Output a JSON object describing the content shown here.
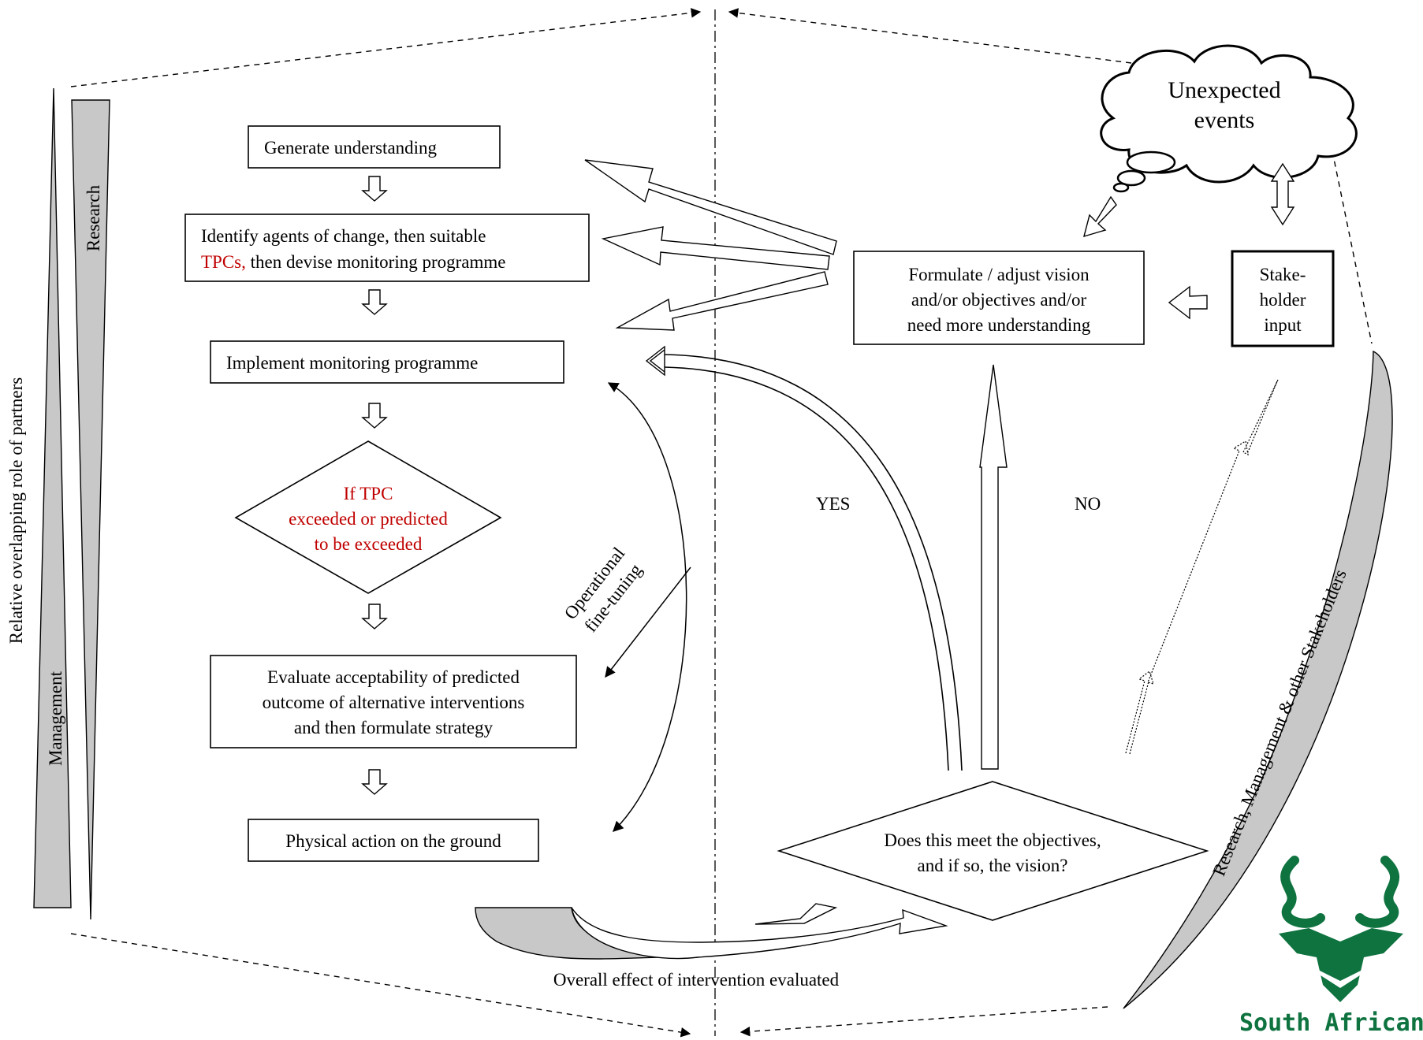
{
  "side_labels": {
    "y_axis": "Relative overlapping role of partners",
    "research": "Research",
    "management": "Management",
    "curve": "Research, Management & other Stakeholders"
  },
  "steps": {
    "generate": "Generate understanding",
    "identify": {
      "line1": "Identify agents of change, then suitable",
      "line2_red": "TPCs,",
      "line2_rest": " then devise monitoring programme"
    },
    "implement": "Implement monitoring programme",
    "tpc": [
      "If TPC",
      "exceeded or predicted",
      "to be exceeded"
    ],
    "evaluate": [
      "Evaluate acceptability of predicted",
      "outcome of alternative interventions",
      "and then formulate strategy"
    ],
    "physical": "Physical action on the ground"
  },
  "right_side": {
    "formulate": [
      "Formulate / adjust  vision",
      "and/or objectives and/or",
      "need more understanding"
    ],
    "stakeholder": [
      "Stake-",
      "holder",
      "input"
    ],
    "unexpected": [
      "Unexpected",
      "events"
    ],
    "decision": [
      "Does this meet the objectives,",
      "and if so, the vision?"
    ],
    "yes": "YES",
    "no": "NO"
  },
  "annotations": {
    "operational": [
      "Operational",
      "fine-tuning"
    ],
    "overall": "Overall effect of intervention evaluated"
  },
  "logo": {
    "text": "South African",
    "color": "#0f7340"
  }
}
